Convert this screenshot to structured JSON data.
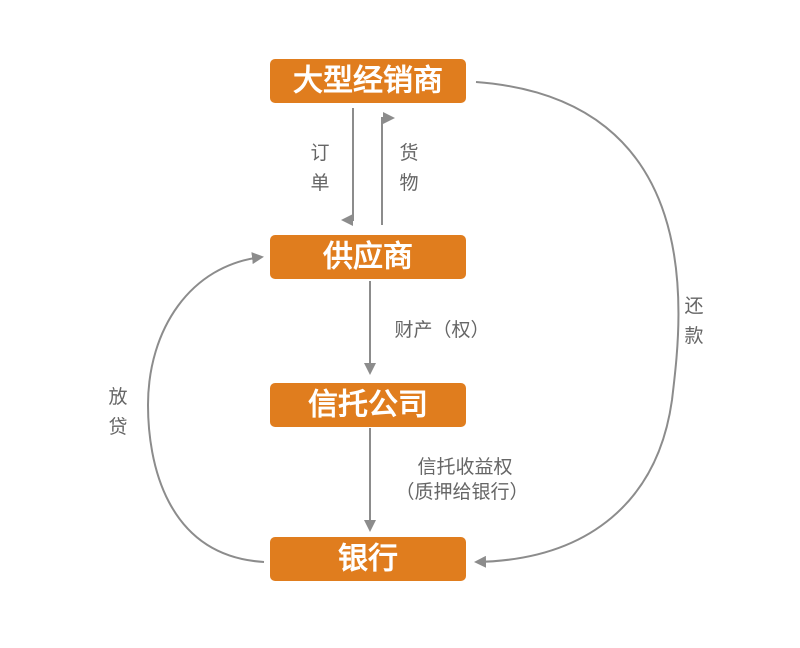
{
  "nodes": {
    "distributor": "大型经销商",
    "supplier": "供应商",
    "trust_company": "信托公司",
    "bank": "银行"
  },
  "edges": {
    "order": [
      "订",
      "单"
    ],
    "goods": [
      "货",
      "物"
    ],
    "property_rights": "财产（权）",
    "trust_beneficiary_right": "信托收益权",
    "pledge_to_bank": "（质押给银行）",
    "loan": [
      "放",
      "贷"
    ],
    "repayment": [
      "还",
      "款"
    ]
  },
  "colors": {
    "node_fill": "#e07d1e",
    "node_text": "#ffffff",
    "arrow": "#8c8c8c",
    "label_text": "#666666"
  }
}
